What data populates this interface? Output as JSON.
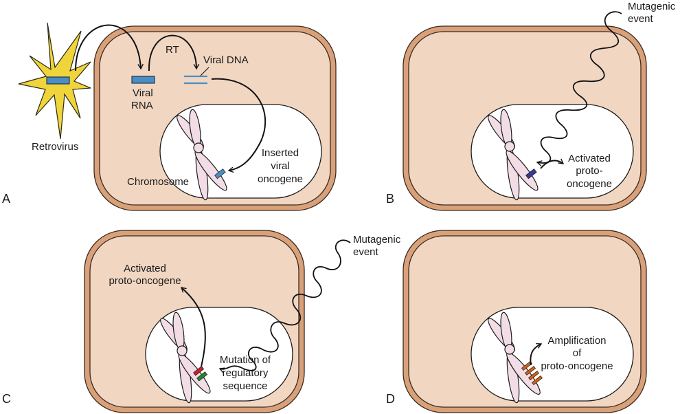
{
  "figure": {
    "title": "Mechanisms of proto-oncogene activation",
    "colors": {
      "cell_membrane": "#d9a17a",
      "cytoplasm": "#f1d6c2",
      "nucleus": "#ffffff",
      "chromosome": "#f2dde6",
      "virus": "#f0d43c",
      "viral_nucleic_acid": "#4a8ec6",
      "activated_band_b": "#3a3a8c",
      "mutation_red": "#c0262e",
      "mutation_green": "#2e7d3a",
      "amplification_band": "#c8641e"
    }
  },
  "panels": [
    {
      "id": "A",
      "letter": "A",
      "labels": {
        "retrovirus": "Retrovirus",
        "viral_rna_line1": "Viral",
        "viral_rna_line2": "RNA",
        "rt": "RT",
        "viral_dna": "Viral DNA",
        "chromosome": "Chromosome",
        "inserted_line1": "Inserted",
        "inserted_line2": "viral",
        "inserted_line3": "oncogene"
      }
    },
    {
      "id": "B",
      "letter": "B",
      "labels": {
        "mutagenic_line1": "Mutagenic",
        "mutagenic_line2": "event",
        "activated_line1": "Activated",
        "activated_line2": "proto-",
        "activated_line3": "oncogene"
      }
    },
    {
      "id": "C",
      "letter": "C",
      "labels": {
        "activated_line1": "Activated",
        "activated_line2": "proto-oncogene",
        "mutagenic_line1": "Mutagenic",
        "mutagenic_line2": "event",
        "mutation_line1": "Mutation of",
        "mutation_line2": "regulatory",
        "mutation_line3": "sequence"
      }
    },
    {
      "id": "D",
      "letter": "D",
      "labels": {
        "amplification_line1": "Amplification",
        "amplification_line2": "of",
        "amplification_line3": "proto-oncogene"
      }
    }
  ]
}
